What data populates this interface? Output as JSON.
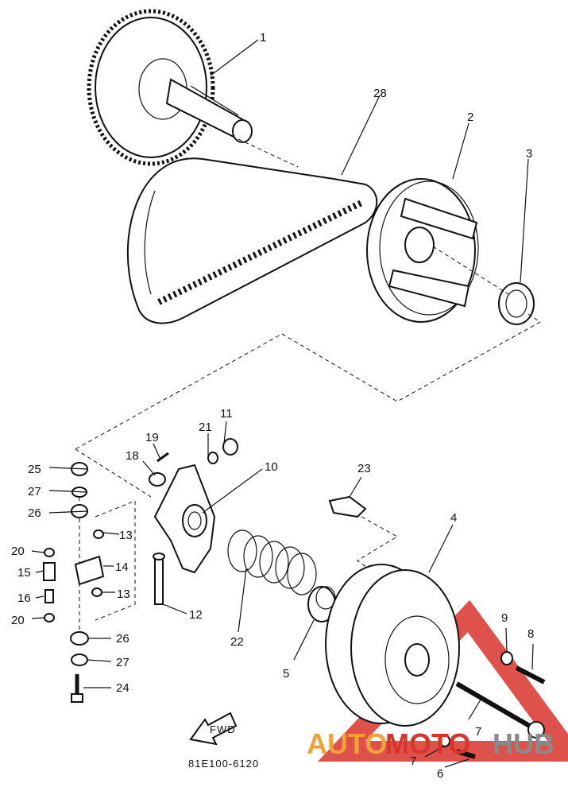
{
  "diagram_code": "81E100-6120",
  "direction_badge": "FWD",
  "watermark": {
    "prefix": "AUTO",
    "middle": "MOTO",
    "suffix": "HUB",
    "color_orange": "#f0a23a",
    "color_red": "#d9342b",
    "color_gray": "#8a8a8a"
  },
  "callouts": {
    "c1": "1",
    "c28": "28",
    "c2": "2",
    "c3": "3",
    "c11": "11",
    "c21": "21",
    "c19": "19",
    "c18": "18",
    "c10": "10",
    "c23": "23",
    "c25": "25",
    "c27a": "27",
    "c26a": "26",
    "c13a": "13",
    "c20a": "20",
    "c15": "15",
    "c14": "14",
    "c16": "16",
    "c13b": "13",
    "c20b": "20",
    "c12": "12",
    "c22": "22",
    "c4": "4",
    "c26b": "26",
    "c27b": "27",
    "c24": "24",
    "c5": "5",
    "c9": "9",
    "c8": "8",
    "c7a": "7",
    "c7b": "7",
    "c6": "6"
  }
}
